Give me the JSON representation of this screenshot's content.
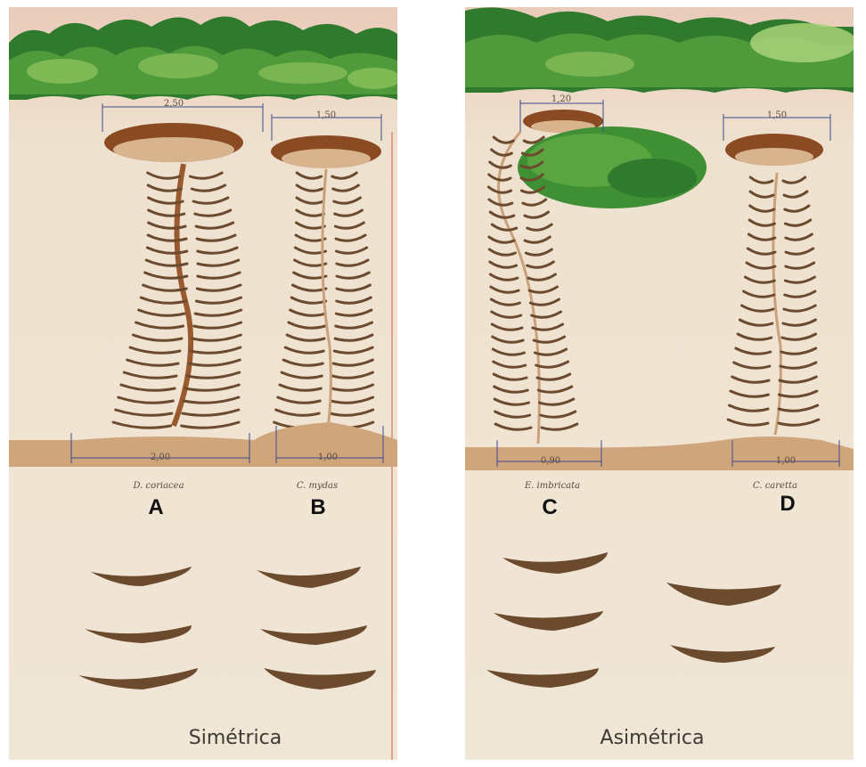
{
  "panels": [
    {
      "caption": "Simétrica",
      "trails": [
        {
          "letter": "A",
          "species": "D. coriacea",
          "top_width": "2,50",
          "bottom_width": "2,00"
        },
        {
          "letter": "B",
          "species": "C. mydas",
          "top_width": "1,50",
          "bottom_width": "1,00"
        }
      ]
    },
    {
      "caption": "Asimétrica",
      "trails": [
        {
          "letter": "C",
          "species": "E. imbricata",
          "top_width": "1,20",
          "bottom_width": "0,90"
        },
        {
          "letter": "D",
          "species": "C. caretta",
          "top_width": "1,50",
          "bottom_width": "1,00"
        }
      ]
    }
  ],
  "colors": {
    "sand": "#efe3cf",
    "sand_top": "#e8cdbd",
    "ground": "#cfa57b",
    "foliage_dark": "#2f7a2c",
    "foliage_mid": "#4f9a3a",
    "foliage_light": "#8cc25c",
    "nest_rim": "#8a4a22",
    "flipper": "#6b4a2e",
    "dimension_line": "#3a4b8c"
  }
}
